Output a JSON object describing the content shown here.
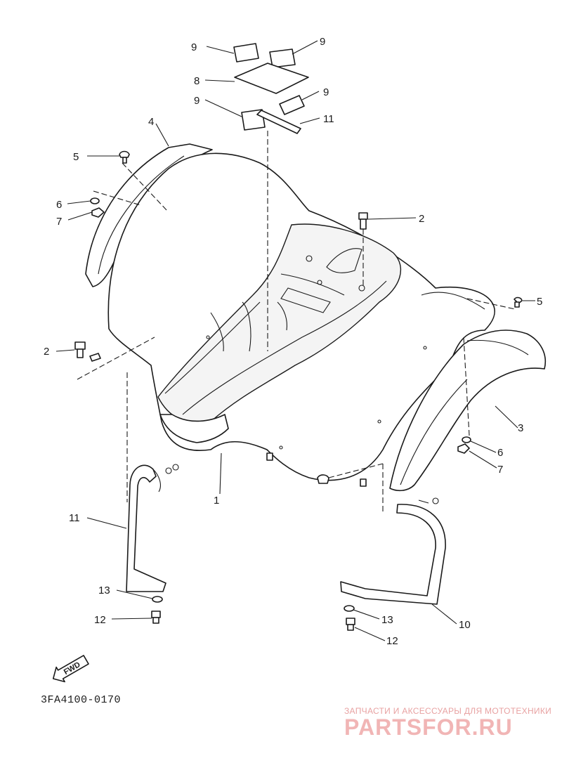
{
  "diagram": {
    "callouts": [
      {
        "id": "c9a",
        "text": "9"
      },
      {
        "id": "c9b",
        "text": "9"
      },
      {
        "id": "c8",
        "text": "8"
      },
      {
        "id": "c9c",
        "text": "9"
      },
      {
        "id": "c9d",
        "text": "9"
      },
      {
        "id": "c11a",
        "text": "11"
      },
      {
        "id": "c4",
        "text": "4"
      },
      {
        "id": "c5a",
        "text": "5"
      },
      {
        "id": "c6a",
        "text": "6"
      },
      {
        "id": "c7a",
        "text": "7"
      },
      {
        "id": "c2a",
        "text": "2"
      },
      {
        "id": "c5b",
        "text": "5"
      },
      {
        "id": "c2b",
        "text": "2"
      },
      {
        "id": "c3",
        "text": "3"
      },
      {
        "id": "c6b",
        "text": "6"
      },
      {
        "id": "c7b",
        "text": "7"
      },
      {
        "id": "c1",
        "text": "1"
      },
      {
        "id": "c11b",
        "text": "11"
      },
      {
        "id": "c13a",
        "text": "13"
      },
      {
        "id": "c12a",
        "text": "12"
      },
      {
        "id": "c13b",
        "text": "13"
      },
      {
        "id": "c10",
        "text": "10"
      },
      {
        "id": "c12b",
        "text": "12"
      }
    ],
    "direction_label": "FWD",
    "drawing_code": "3FA4100-0170"
  },
  "watermark": {
    "tagline": "ЗАПЧАСТИ И АКСЕССУАРЫ ДЛЯ МОТОТЕХНИКИ",
    "brand": "PARTSFOR.RU",
    "color": "#f1b5b5"
  }
}
